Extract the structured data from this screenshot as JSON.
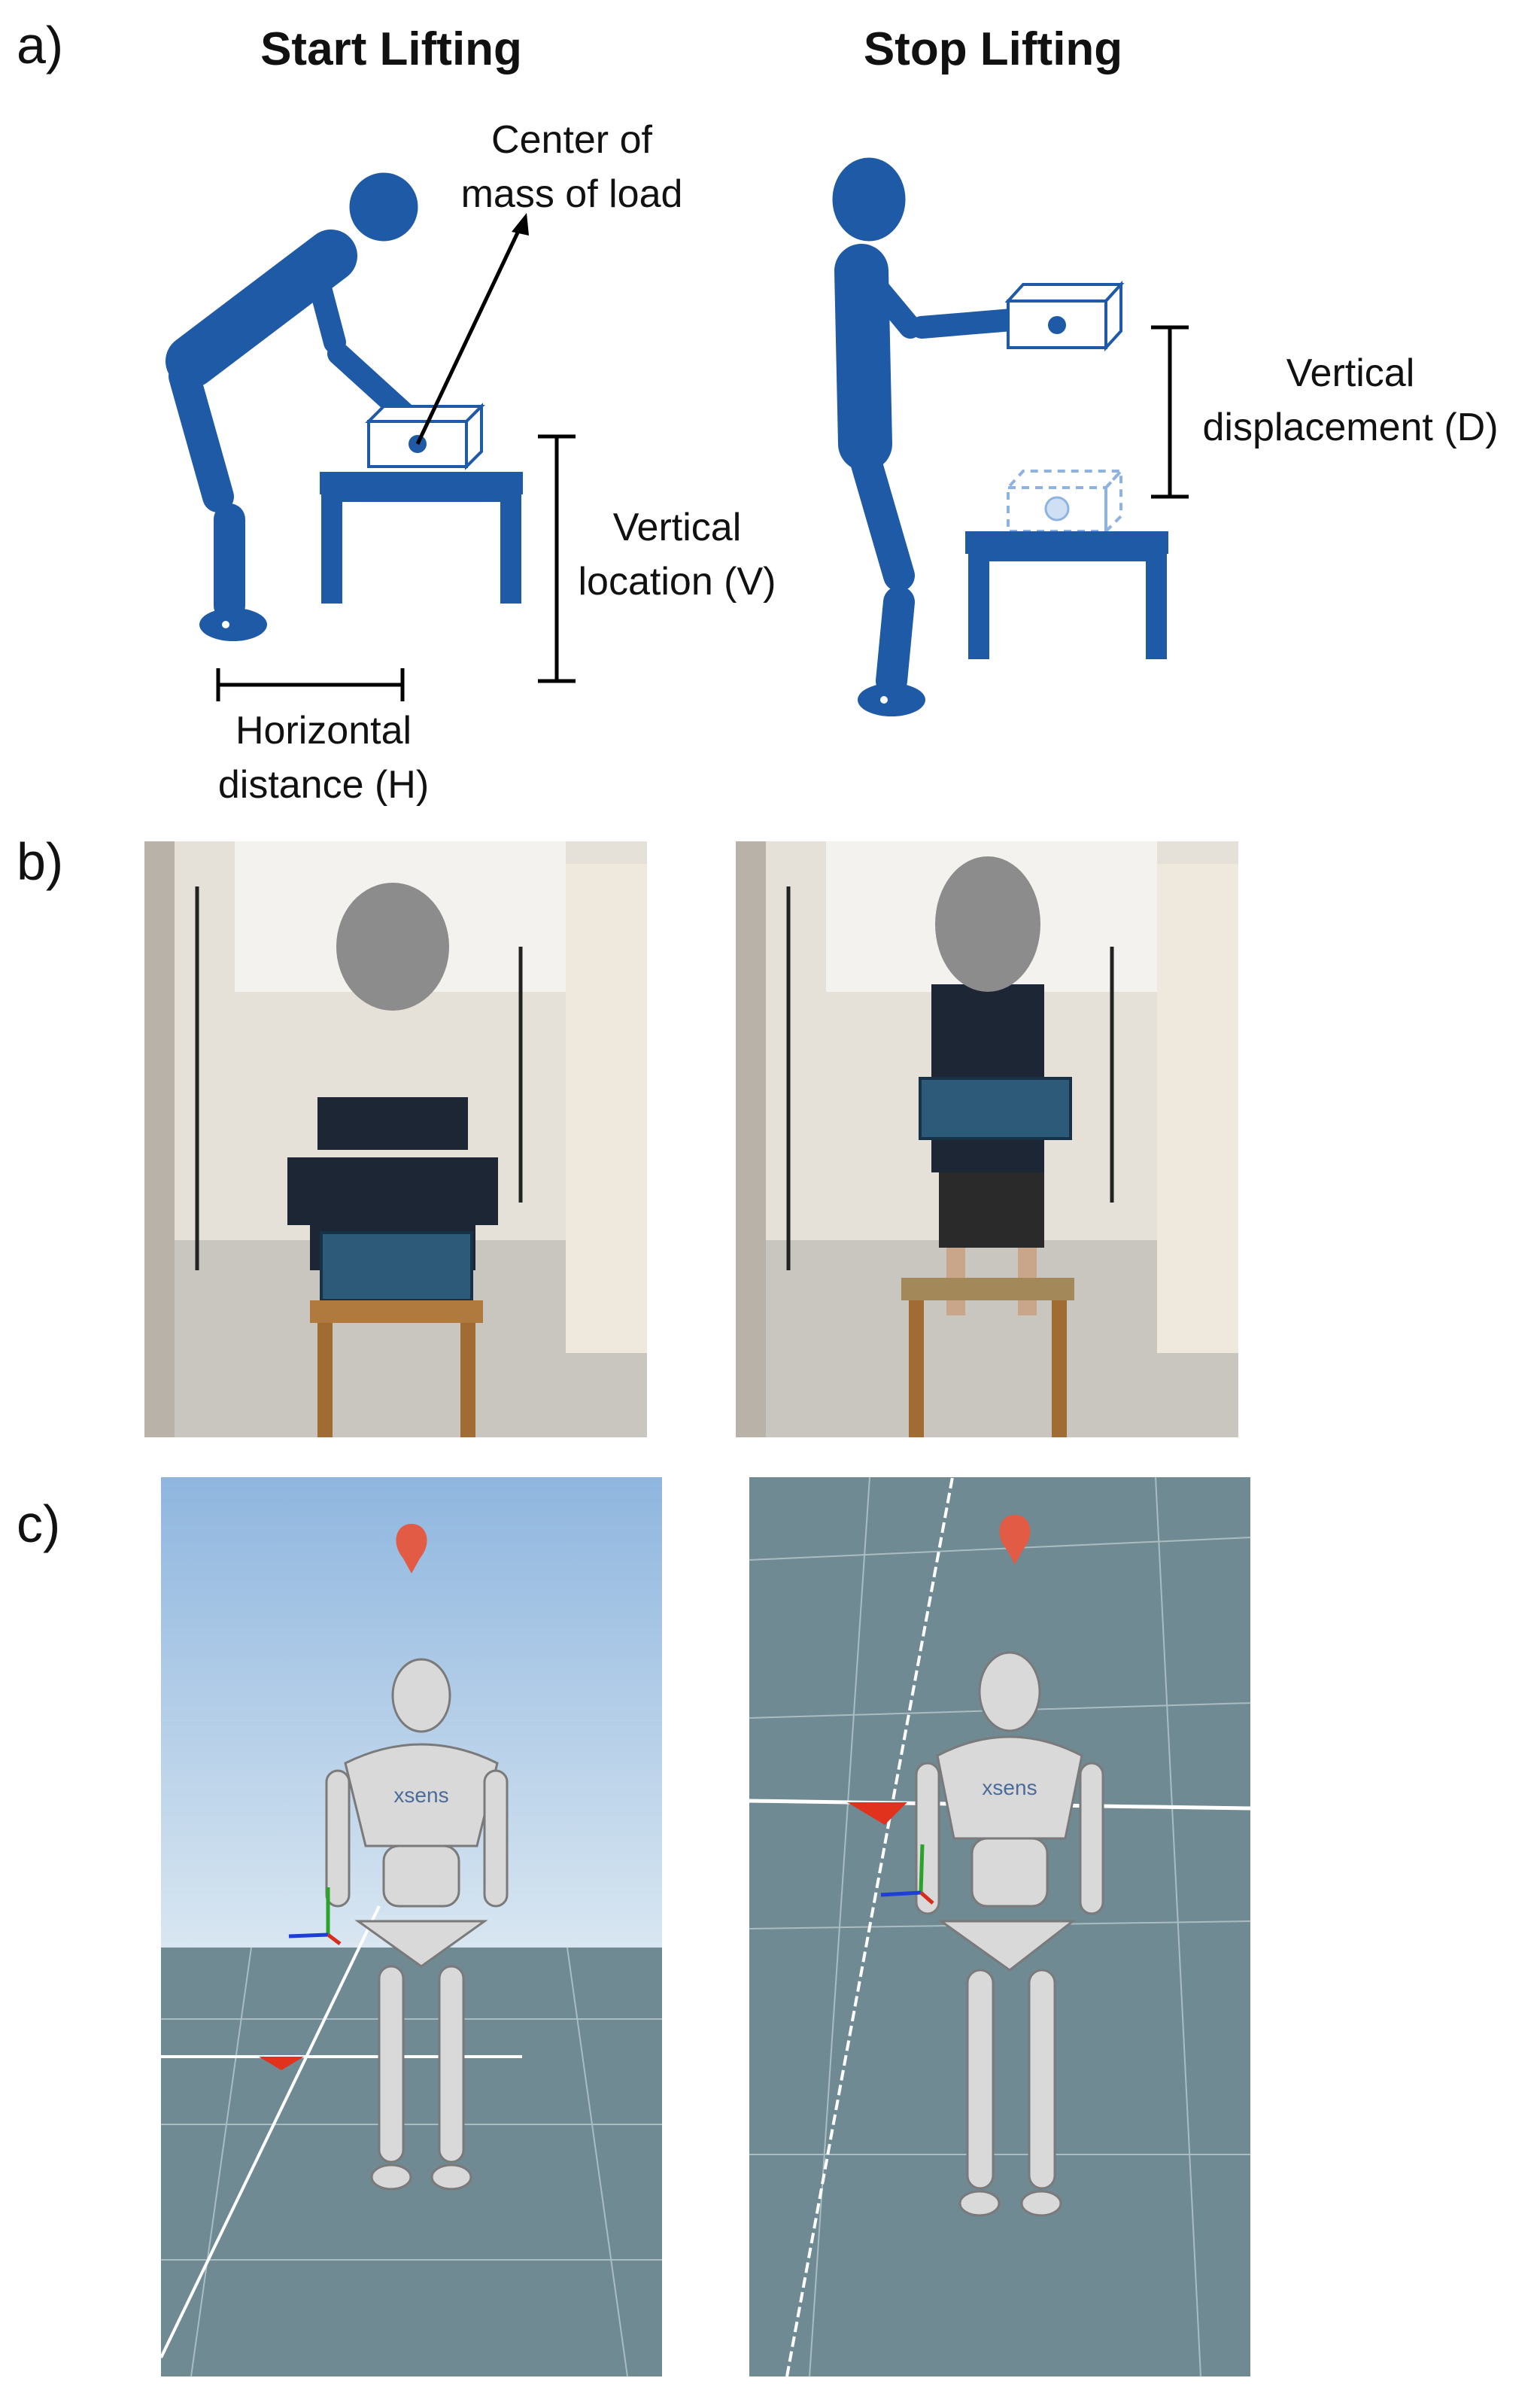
{
  "panel_a": {
    "label": "a)",
    "start_title": "Start Lifting",
    "stop_title": "Stop Lifting",
    "com_label": [
      "Center of",
      "mass of load"
    ],
    "vertical_location": [
      "Vertical",
      "location (V)"
    ],
    "horizontal_distance": [
      "Horizontal",
      "distance (H)"
    ],
    "vertical_displacement": [
      "Vertical",
      "displacement (D)"
    ],
    "colors": {
      "figure": "#1f5aa6",
      "figure_light": "#8fb3e0"
    }
  },
  "panel_b": {
    "label": "b)",
    "photos": [
      {
        "name": "start-lifting-photo"
      },
      {
        "name": "stop-lifting-photo"
      }
    ]
  },
  "panel_c": {
    "label": "c)",
    "avatars": [
      {
        "name": "start-lifting-avatar",
        "chest_logo": "xsens"
      },
      {
        "name": "stop-lifting-avatar",
        "chest_logo": "xsens"
      }
    ]
  }
}
